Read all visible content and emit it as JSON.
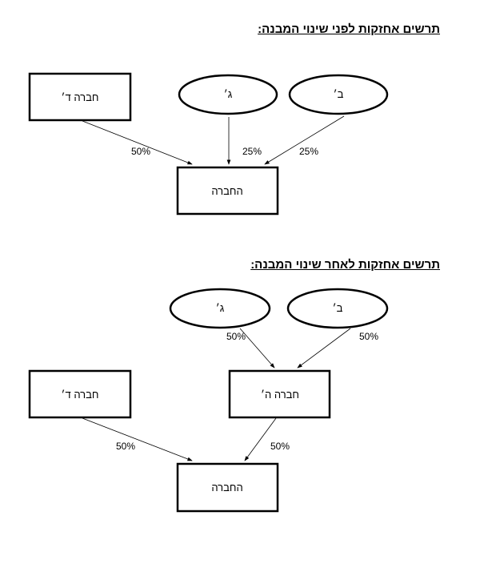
{
  "before": {
    "title": "תרשים אחזקות לפני שינוי המבנה:",
    "nodes": {
      "d": "חברה ד׳",
      "g": "ג׳",
      "b": "ב׳",
      "company": "החברה"
    },
    "edges": {
      "d_to_company": "50%",
      "g_to_company": "25%",
      "b_to_company": "25%"
    }
  },
  "after": {
    "title": "תרשים אחזקות לאחר שינוי המבנה:",
    "nodes": {
      "g": "ג׳",
      "b": "ב׳",
      "h": "חברה ה׳",
      "d": "חברה ד׳",
      "company": "החברה"
    },
    "edges": {
      "g_to_h": "50%",
      "b_to_h": "50%",
      "d_to_company": "50%",
      "h_to_company": "50%"
    }
  }
}
